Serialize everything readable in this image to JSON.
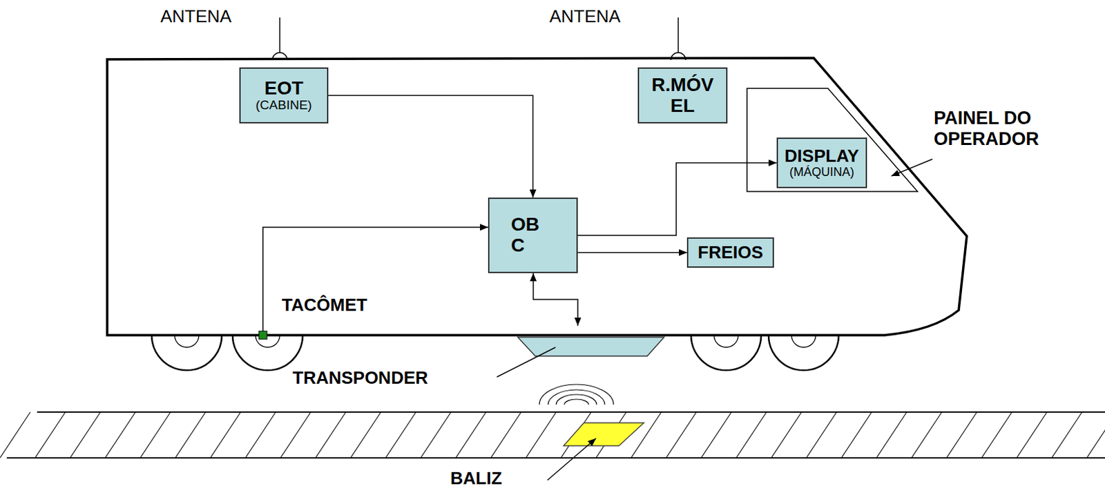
{
  "diagram": {
    "nodes": [
      {
        "text": [
          "EOT",
          "(CABINE)"
        ]
      },
      {
        "text": [
          "R.MÓV EL"
        ]
      },
      {
        "text": [
          "DISPLAY",
          "(MÁQUINA)"
        ]
      },
      {
        "text": [
          "OB C"
        ]
      },
      {
        "text": [
          "FREIOS"
        ]
      }
    ],
    "edges": [
      {
        "from": 0,
        "to": 3,
        "arrow": "to"
      },
      {
        "from": 3,
        "to": 2,
        "arrow": "to"
      },
      {
        "from": 3,
        "to": 4,
        "arrow": "to"
      }
    ],
    "labels": [
      "ANTENA",
      "ANTENA",
      "PAINEL DO OPERADOR",
      "TACÔMET",
      "TRANSPONDER",
      "BALIZ"
    ]
  }
}
